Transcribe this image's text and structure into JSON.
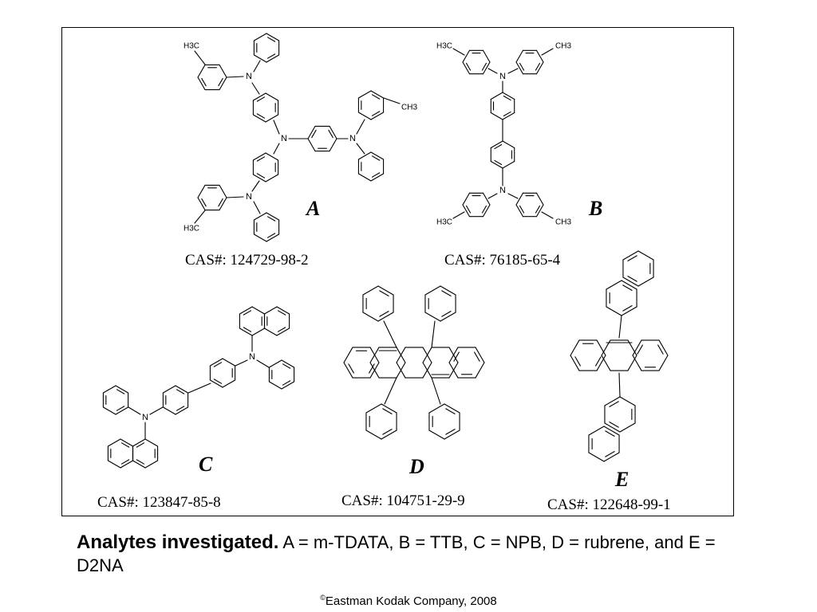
{
  "compounds": {
    "A": {
      "letter": "A",
      "cas": "CAS#: 124729-98-2"
    },
    "B": {
      "letter": "B",
      "cas": "CAS#: 76185-65-4"
    },
    "C": {
      "letter": "C",
      "cas": "CAS#: 123847-85-8"
    },
    "D": {
      "letter": "D",
      "cas": "CAS#: 104751-29-9"
    },
    "E": {
      "letter": "E",
      "cas": "CAS#: 122648-99-1"
    }
  },
  "atom_labels": {
    "nitrogen": "N",
    "methyl": "CH3",
    "methyl_left": "H3C"
  },
  "caption": {
    "lead": "Analytes investigated.",
    "text": " A = m-TDATA, B = TTB, C = NPB, D = rubrene, and E = D2NA"
  },
  "footer": {
    "symbol": "©",
    "text": "Eastman Kodak Company, 2008"
  }
}
